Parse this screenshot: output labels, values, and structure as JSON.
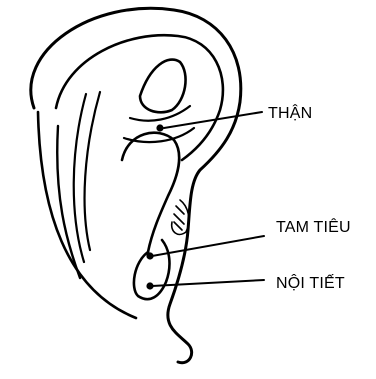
{
  "diagram": {
    "labels": {
      "than": "THẬN",
      "tam_tieu": "TAM TIÊU",
      "noi_tiet": "NỘI TIẾT"
    },
    "colors": {
      "stroke": "#000000",
      "background": "#ffffff"
    }
  }
}
